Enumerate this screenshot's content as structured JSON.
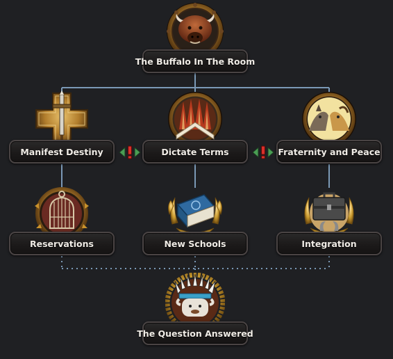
{
  "focus_tree": {
    "root": {
      "label": "The Buffalo In The Room",
      "icon": "buffalo-icon"
    },
    "branches": [
      {
        "label": "Manifest Destiny",
        "icon": "sword-cross-icon"
      },
      {
        "label": "Dictate Terms",
        "icon": "tipi-fire-icon"
      },
      {
        "label": "Fraternity and Peace",
        "icon": "ponies-icon"
      }
    ],
    "children": [
      {
        "label": "Reservations",
        "icon": "birdcage-icon"
      },
      {
        "label": "New Schools",
        "icon": "book-icon"
      },
      {
        "label": "Integration",
        "icon": "briefcase-icon"
      }
    ],
    "final": {
      "label": "The Question Answered",
      "icon": "headdress-buffalo-icon"
    },
    "colors": {
      "background": "#1f2023",
      "line": "#7b99b6",
      "exclusive_mark": "#d8302a",
      "exclusive_arrow": "#4a9e54",
      "label_text": "#f0ece6"
    }
  }
}
